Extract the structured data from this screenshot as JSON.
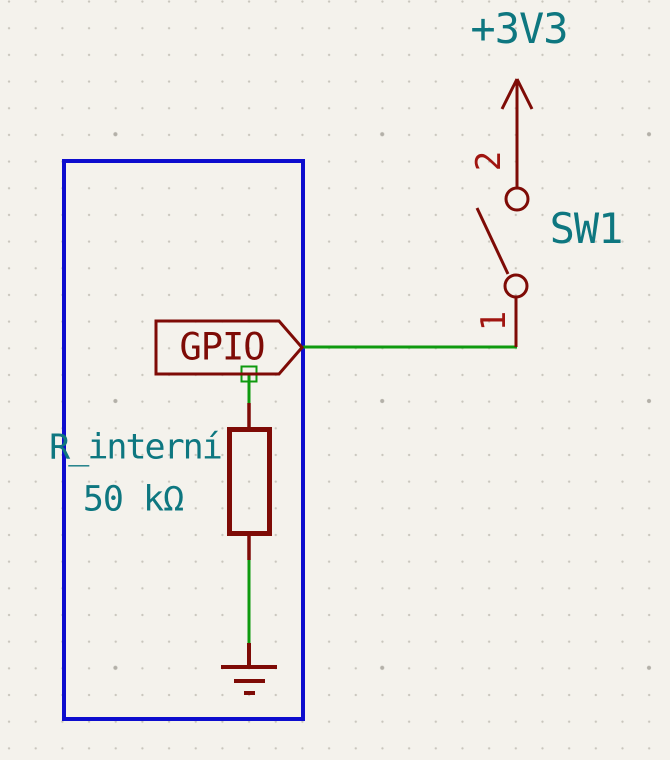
{
  "canvas": {
    "background": "#F4F2EC",
    "grid_minor_dot_color": "#C9C6BD",
    "grid_major_dot_color": "#B3B0A8"
  },
  "colors": {
    "symbol_outline_maroon": "#7E0B06",
    "wire_green": "#0E9A0E",
    "box_blue": "#0D0DCE",
    "text_teal": "#0E7780",
    "pin_number_red": "#A01510"
  },
  "power_flag": {
    "label": "+3V3"
  },
  "switch": {
    "reference": "SW1",
    "pin_top_number": "2",
    "pin_bottom_number": "1"
  },
  "gpio_label": {
    "text": "GPIO"
  },
  "resistor": {
    "name": "R_interní",
    "value": "50 kΩ"
  }
}
